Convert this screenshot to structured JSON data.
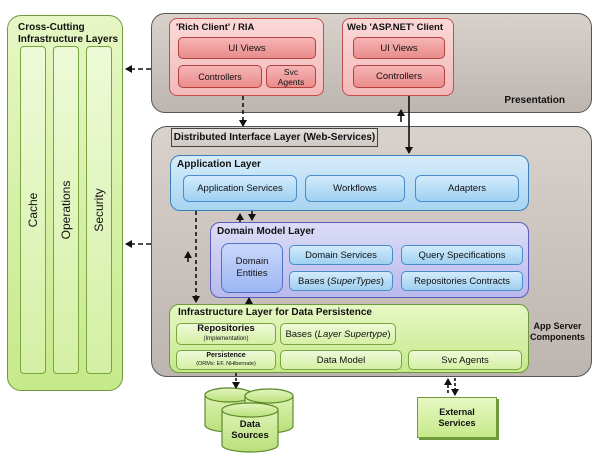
{
  "cross_cutting": {
    "title_line1": "Cross-Cutting",
    "title_line2": "Infrastructure Layers",
    "items": [
      "Cache",
      "Operations",
      "Security"
    ]
  },
  "presentation": {
    "label": "Presentation",
    "rich_client": {
      "title": "'Rich Client' / RIA",
      "ui_views": "UI Views",
      "controllers": "Controllers",
      "svc_agents_line1": "Svc",
      "svc_agents_line2": "Agents"
    },
    "asp_client": {
      "title": "Web 'ASP.NET' Client",
      "ui_views": "UI Views",
      "controllers": "Controllers"
    }
  },
  "distributed": {
    "label": "Distributed Interface Layer (Web-Services)"
  },
  "application": {
    "title": "Application Layer",
    "items": [
      "Application Services",
      "Workflows",
      "Adapters"
    ]
  },
  "domain": {
    "title": "Domain Model Layer",
    "entities_line1": "Domain",
    "entities_line2": "Entities",
    "services": "Domain Services",
    "query_specs": "Query Specifications",
    "bases_prefix": "Bases (",
    "bases_italic": "SuperTypes",
    "bases_suffix": ")",
    "repo_contracts": "Repositories Contracts"
  },
  "infrastructure": {
    "title": "Infrastructure Layer for Data Persistence",
    "repositories": "Repositories",
    "repositories_sub": "(Implementation)",
    "bases_prefix": "Bases (",
    "bases_italic": "Layer Supertype",
    "bases_suffix": ")",
    "persistence": "Persistence",
    "persistence_sub": "(ORMs: EF, NHibernate)",
    "data_model": "Data Model",
    "svc_agents": "Svc Agents"
  },
  "app_server": {
    "line1": "App Server",
    "line2": "Components"
  },
  "data_sources": {
    "line1": "Data",
    "line2": "Sources"
  },
  "external_services": {
    "line1": "External",
    "line2": "Services"
  }
}
